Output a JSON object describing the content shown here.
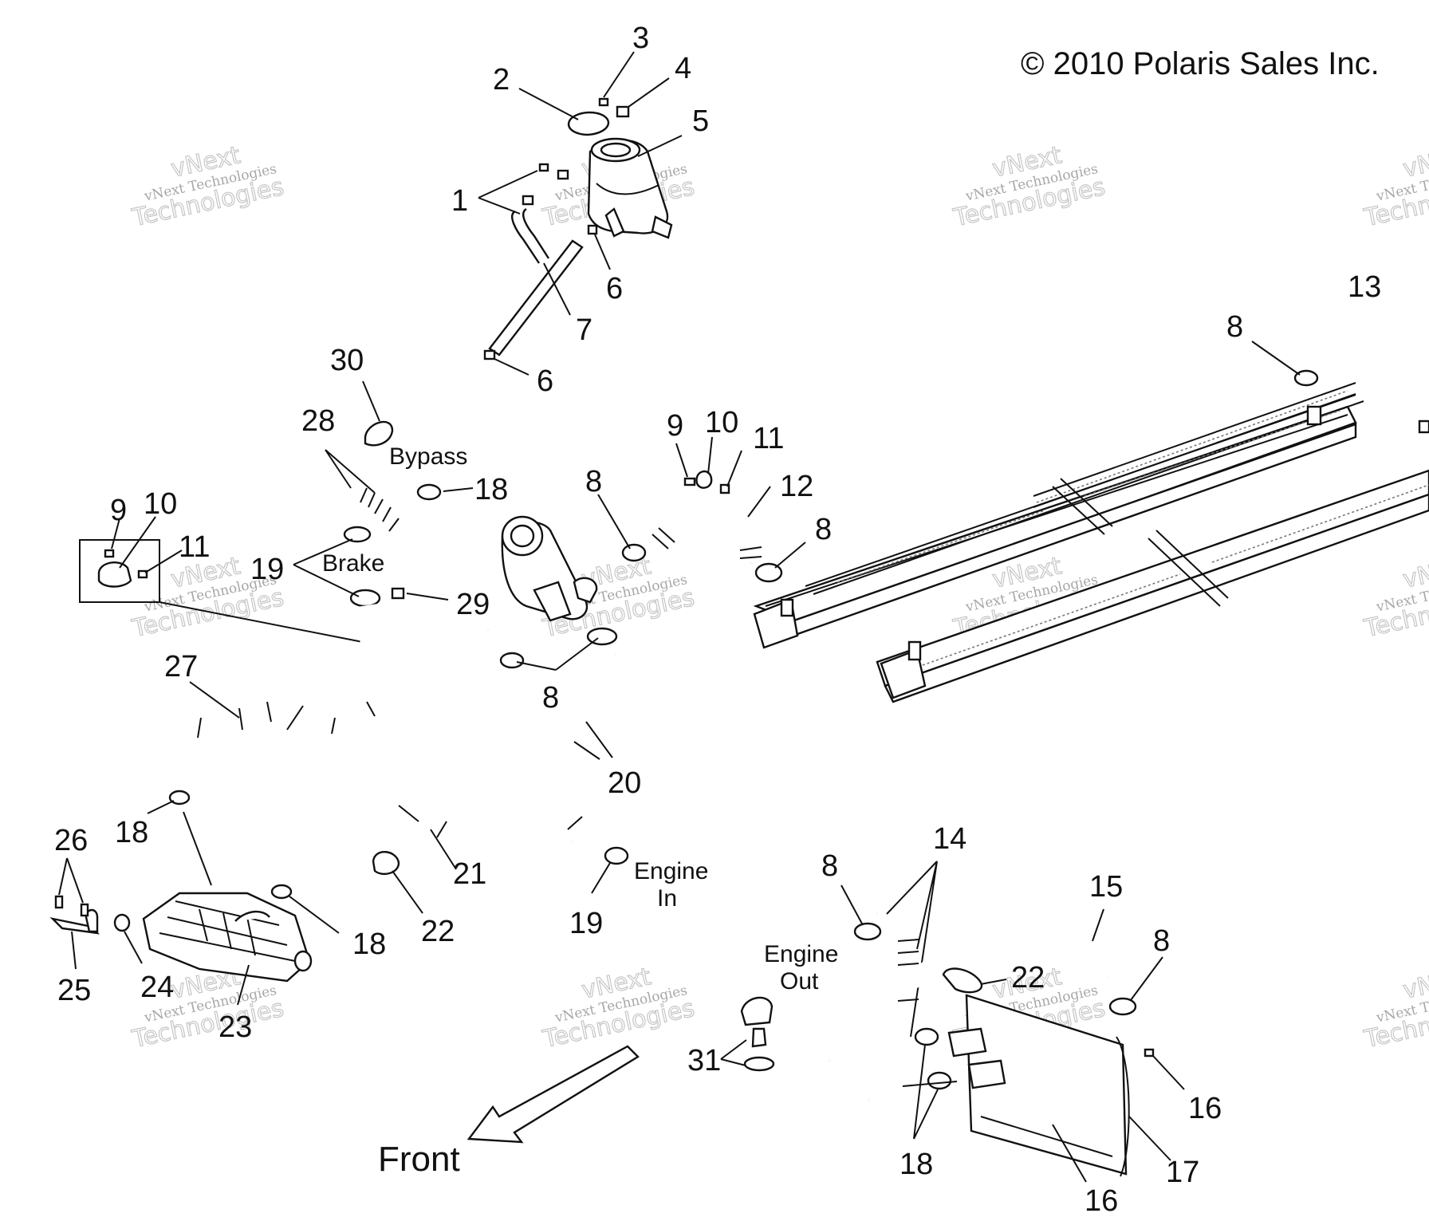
{
  "copyright": "© 2010 Polaris Sales Inc.",
  "watermark": {
    "line1": "vNext Technologies",
    "line2": "vNext",
    "line3": "Technologies"
  },
  "labels": {
    "bypass": "Bypass",
    "brake": "Brake",
    "engine_in_1": "Engine",
    "engine_in_2": "In",
    "engine_out_1": "Engine",
    "engine_out_2": "Out",
    "front": "Front"
  },
  "callouts": {
    "c1": "1",
    "c2": "2",
    "c3": "3",
    "c4": "4",
    "c5": "5",
    "c6a": "6",
    "c6b": "6",
    "c7": "7",
    "c8a": "8",
    "c8b": "8",
    "c8c": "8",
    "c8d": "8",
    "c8e": "8",
    "c8f": "8",
    "c9a": "9",
    "c9b": "9",
    "c10a": "10",
    "c10b": "10",
    "c11a": "11",
    "c11b": "11",
    "c12": "12",
    "c13": "13",
    "c14": "14",
    "c15": "15",
    "c16a": "16",
    "c16b": "16",
    "c17": "17",
    "c18a": "18",
    "c18b": "18",
    "c18c": "18",
    "c18d": "18",
    "c19a": "19",
    "c19b": "19",
    "c20": "20",
    "c21": "21",
    "c22a": "22",
    "c22b": "22",
    "c23": "23",
    "c24": "24",
    "c25": "25",
    "c26": "26",
    "c27": "27",
    "c28": "28",
    "c29": "29",
    "c30": "30",
    "c31": "31"
  }
}
